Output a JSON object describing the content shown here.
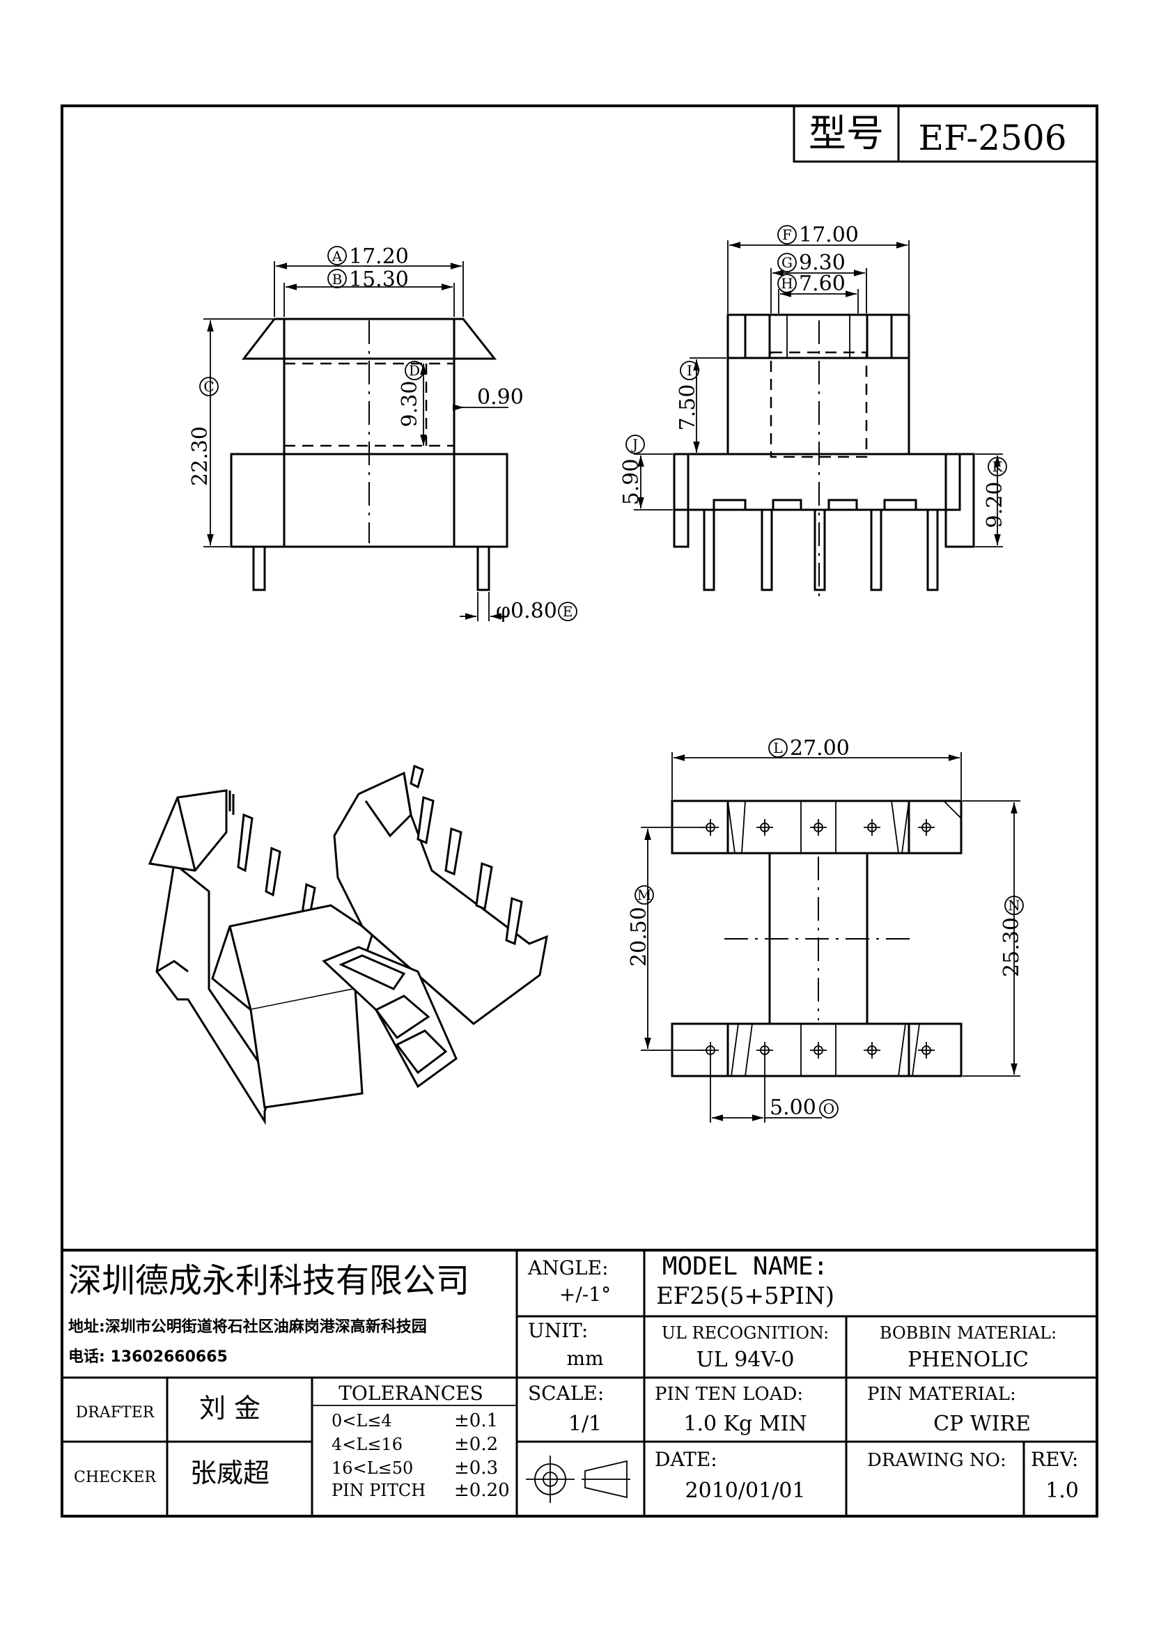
{
  "model_box": {
    "label": "型号",
    "value": "EF-2506"
  },
  "dimensions": {
    "A": {
      "letter": "A",
      "value": "17.20"
    },
    "B": {
      "letter": "B",
      "value": "15.30"
    },
    "C": {
      "letter": "C",
      "value": "22.30"
    },
    "D": {
      "letter": "D",
      "value": "9.30"
    },
    "gap": {
      "value": "0.90"
    },
    "E": {
      "letter": "E",
      "value": "φ0.80"
    },
    "F": {
      "letter": "F",
      "value": "17.00"
    },
    "G": {
      "letter": "G",
      "value": "9.30"
    },
    "H": {
      "letter": "H",
      "value": "7.60"
    },
    "I": {
      "letter": "I",
      "value": "7.50"
    },
    "J": {
      "letter": "J",
      "value": "5.90"
    },
    "K": {
      "letter": "K",
      "value": "9.20"
    },
    "L": {
      "letter": "L",
      "value": "27.00"
    },
    "M": {
      "letter": "M",
      "value": "20.50"
    },
    "N": {
      "letter": "N",
      "value": "25.30"
    },
    "O": {
      "letter": "O",
      "value": "5.00"
    }
  },
  "title_block": {
    "company": "深圳德成永利科技有限公司",
    "address": "地址:深圳市公明街道将石社区油麻岗港深高新科技园",
    "phone": "电话: 13602660665",
    "drafter_label": "DRAFTER",
    "drafter_name": "刘 金",
    "checker_label": "CHECKER",
    "checker_name": "张威超",
    "tolerances_title": "TOLERANCES",
    "tolerances": [
      {
        "range": "0<L≤4",
        "value": "±0.1"
      },
      {
        "range": "4<L≤16",
        "value": "±0.2"
      },
      {
        "range": "16<L≤50",
        "value": "±0.3"
      },
      {
        "range": "PIN PITCH",
        "value": "±0.20"
      }
    ],
    "angle_label": "ANGLE:",
    "angle_value": "+/-1°",
    "unit_label": "UNIT:",
    "unit_value": "mm",
    "scale_label": "SCALE:",
    "scale_value": "1/1",
    "model_name_label": "MODEL NAME:",
    "model_name_value": "EF25(5+5PIN)",
    "ul_label": "UL RECOGNITION:",
    "ul_value": "UL 94V-0",
    "bobbin_label": "BOBBIN MATERIAL:",
    "bobbin_value": "PHENOLIC",
    "pin_load_label": "PIN TEN LOAD:",
    "pin_load_value": "1.0 Kg MIN",
    "pin_material_label": "PIN MATERIAL:",
    "pin_material_value": "CP WIRE",
    "date_label": "DATE:",
    "date_value": "2010/01/01",
    "drawing_no_label": "DRAWING NO:",
    "drawing_no_value": "",
    "rev_label": "REV:",
    "rev_value": "1.0"
  }
}
